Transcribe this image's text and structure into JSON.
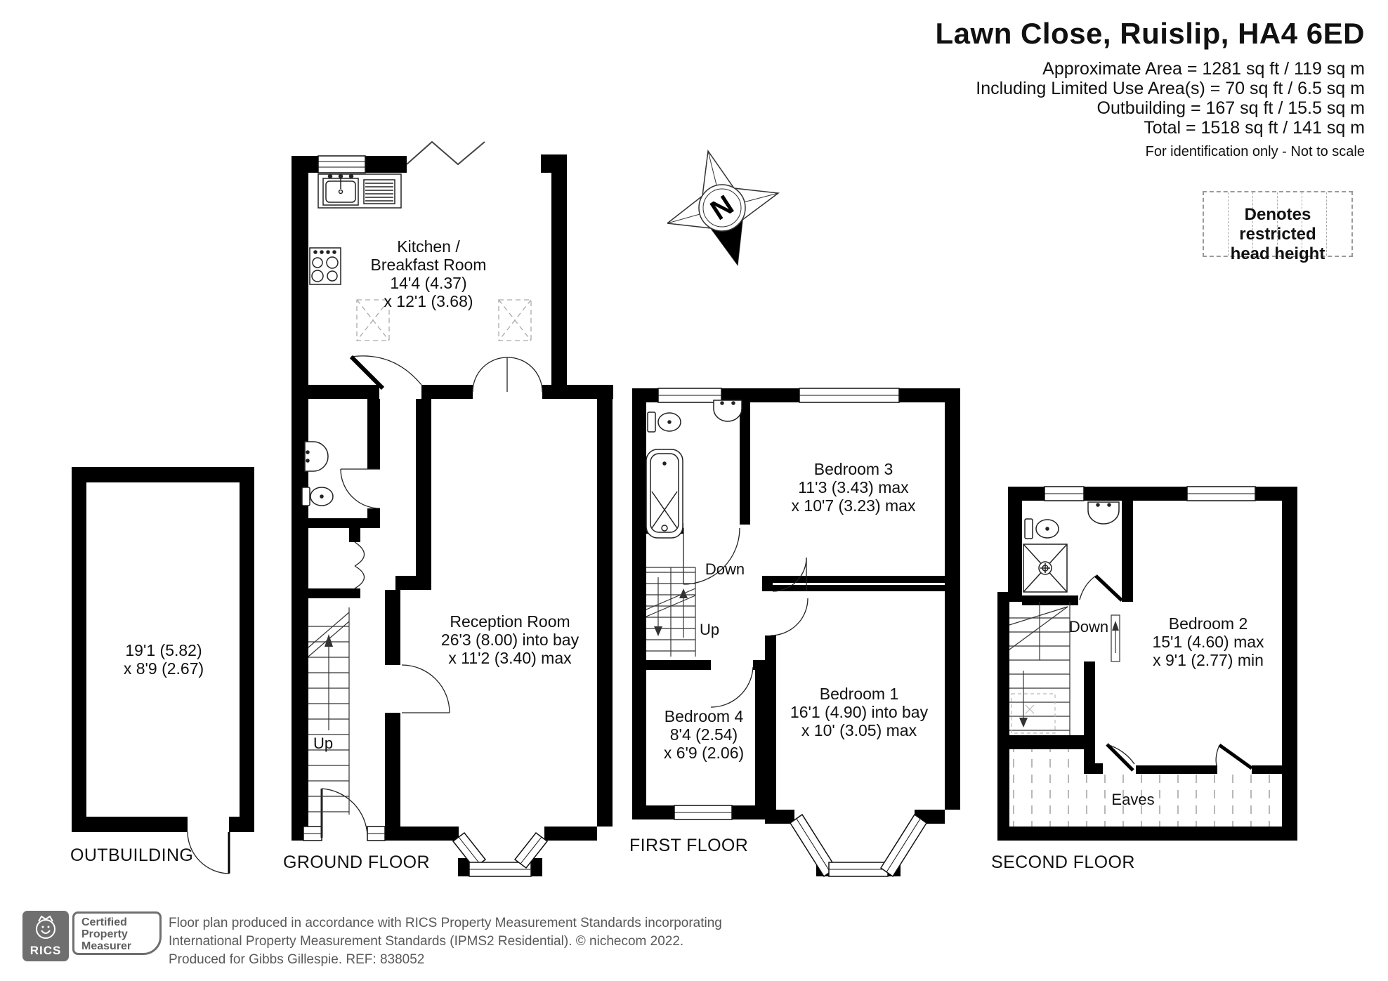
{
  "header": {
    "title": "Lawn Close, Ruislip, HA4 6ED",
    "area_lines": [
      "Approximate Area = 1281 sq ft / 119 sq m",
      "Including Limited Use Area(s) = 70 sq ft / 6.5 sq m",
      "Outbuilding = 167 sq ft / 15.5 sq m",
      "Total = 1518 sq ft / 141 sq m"
    ],
    "note": "For identification only - Not to scale"
  },
  "legend": {
    "line1": "Denotes restricted",
    "line2": "head height"
  },
  "compass": {
    "north": "N"
  },
  "outbuilding": {
    "floor_label": "OUTBUILDING",
    "dims": [
      "19'1 (5.82)",
      "x 8'9 (2.67)"
    ]
  },
  "ground_floor": {
    "floor_label": "GROUND FLOOR",
    "kitchen": [
      "Kitchen /",
      "Breakfast Room",
      "14'4 (4.37)",
      "x 12'1 (3.68)"
    ],
    "reception": [
      "Reception Room",
      "26'3 (8.00) into bay",
      "x 11'2 (3.40) max"
    ],
    "stairs_up": "Up"
  },
  "first_floor": {
    "floor_label": "FIRST FLOOR",
    "bedroom3": [
      "Bedroom 3",
      "11'3 (3.43) max",
      "x 10'7 (3.23) max"
    ],
    "bedroom4": [
      "Bedroom 4",
      "8'4 (2.54)",
      "x 6'9 (2.06)"
    ],
    "bedroom1": [
      "Bedroom 1",
      "16'1 (4.90) into bay",
      "x 10' (3.05) max"
    ],
    "stairs_down": "Down",
    "stairs_up": "Up"
  },
  "second_floor": {
    "floor_label": "SECOND FLOOR",
    "bedroom2": [
      "Bedroom 2",
      "15'1 (4.60) max",
      "x 9'1 (2.77) min"
    ],
    "stairs_down": "Down",
    "eaves": "Eaves"
  },
  "footer": {
    "rics": "RICS",
    "badge": [
      "Certified",
      "Property",
      "Measurer"
    ],
    "disclaimer": [
      "Floor plan produced in accordance with RICS Property Measurement Standards incorporating",
      "International Property Measurement Standards (IPMS2 Residential).   © nichecom 2022.",
      "Produced for Gibbs Gillespie.   REF: 838052"
    ]
  }
}
